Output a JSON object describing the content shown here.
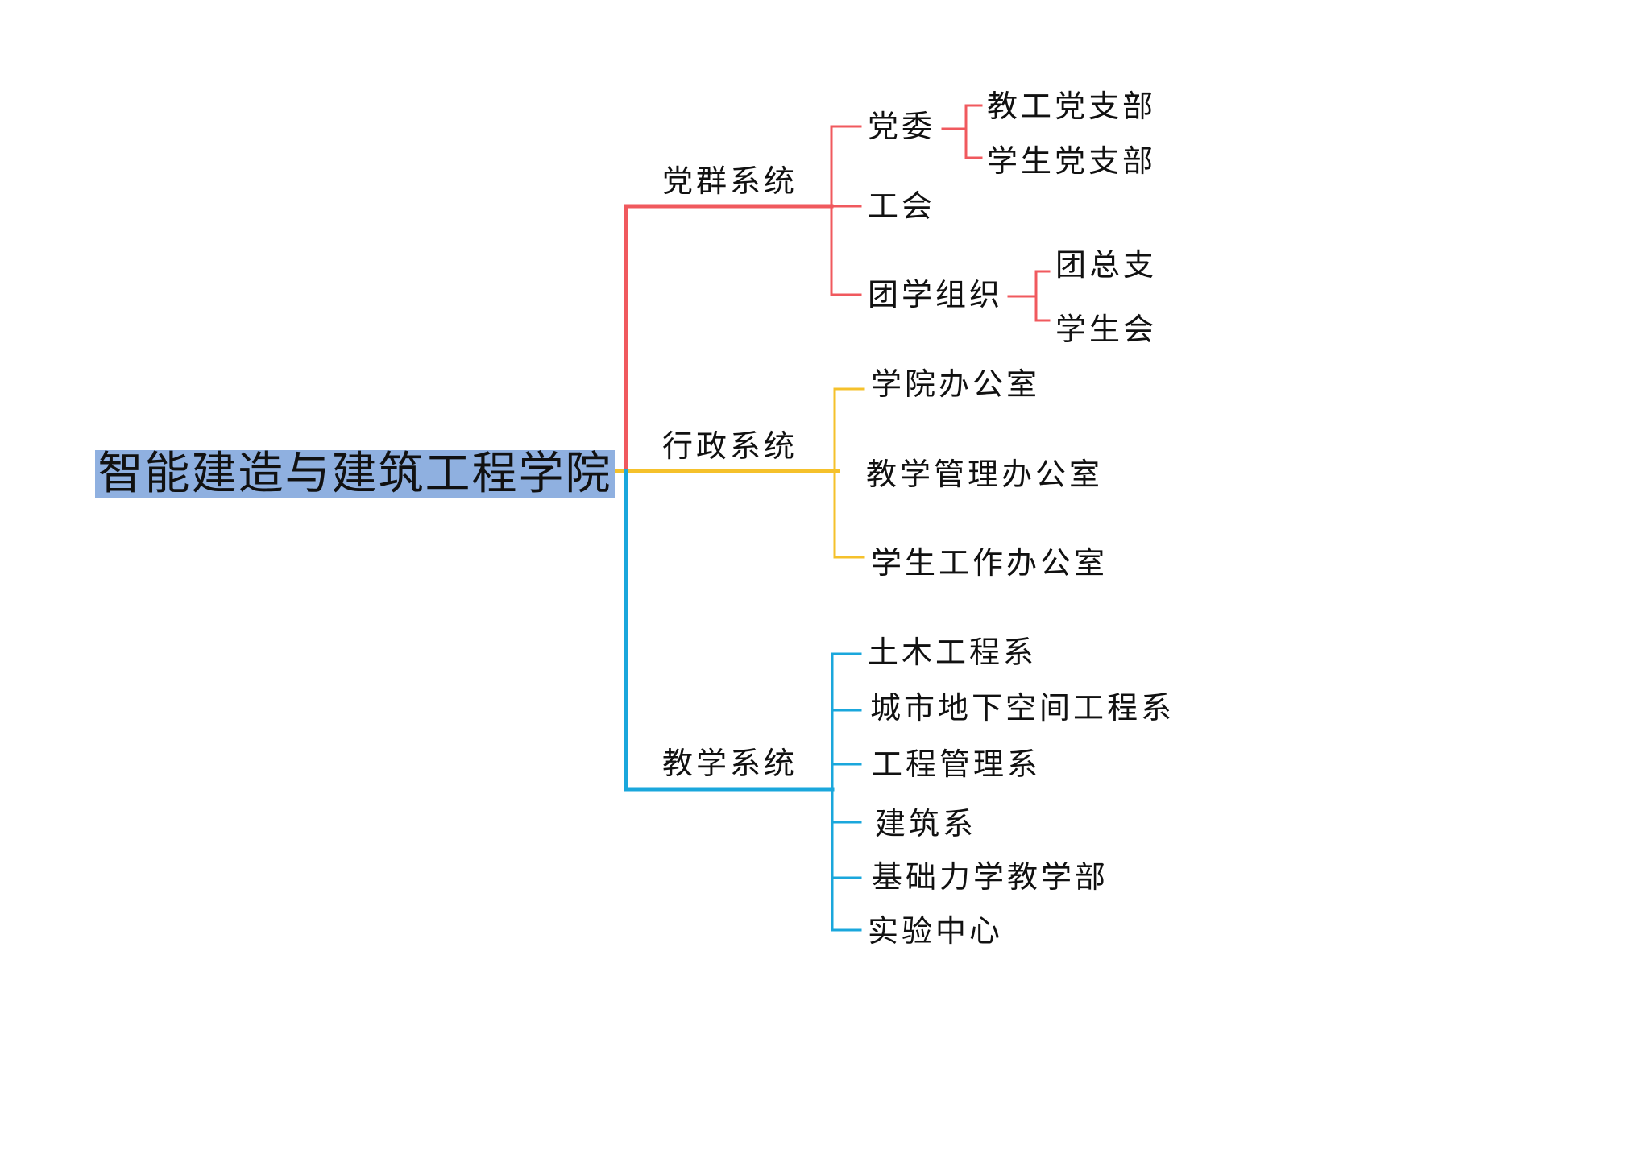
{
  "root": {
    "label": "智能建造与建筑工程学院"
  },
  "colors": {
    "party": "#f0595e",
    "admin": "#f5c12b",
    "teaching": "#1aa7dc",
    "root_bg": "#8fb0e0"
  },
  "branches": [
    {
      "label": "党群系统",
      "children": [
        {
          "label": "党委",
          "children": [
            {
              "label": "教工党支部"
            },
            {
              "label": "学生党支部"
            }
          ]
        },
        {
          "label": "工会"
        },
        {
          "label": "团学组织",
          "children": [
            {
              "label": "团总支"
            },
            {
              "label": "学生会"
            }
          ]
        }
      ]
    },
    {
      "label": "行政系统",
      "children": [
        {
          "label": "学院办公室"
        },
        {
          "label": "教学管理办公室"
        },
        {
          "label": "学生工作办公室"
        }
      ]
    },
    {
      "label": "教学系统",
      "children": [
        {
          "label": "土木工程系"
        },
        {
          "label": "城市地下空间工程系"
        },
        {
          "label": "工程管理系"
        },
        {
          "label": "建筑系"
        },
        {
          "label": "基础力学教学部"
        },
        {
          "label": "实验中心"
        }
      ]
    }
  ]
}
